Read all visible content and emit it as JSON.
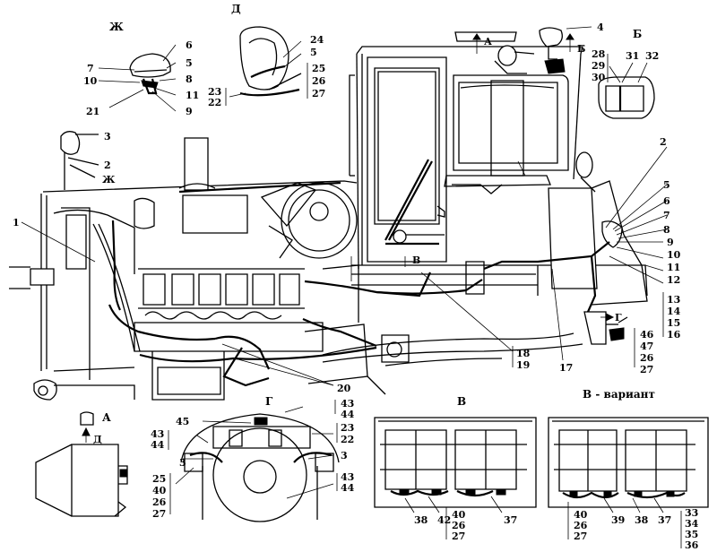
{
  "view_labels": {
    "zh": "Ж",
    "d": "Д",
    "a": "А",
    "b": "Б",
    "g": "Г",
    "v": "В",
    "v_variant": "В - вариант",
    "a_arrow": "А",
    "b_arrow": "Б",
    "v_mark": "В",
    "g_mark": "Г",
    "zh_mark": "Ж",
    "d_mark": "Д"
  },
  "callouts": {
    "zh": [
      "6",
      "7",
      "5",
      "8",
      "10",
      "11",
      "21",
      "9"
    ],
    "d": [
      "24",
      "5",
      "25",
      "26",
      "27",
      "23",
      "22"
    ],
    "b": [
      "28",
      "29",
      "30",
      "31",
      "32"
    ],
    "top": [
      "4"
    ],
    "lamp_left": [
      "3",
      "2"
    ],
    "main_right": [
      "2",
      "5",
      "6",
      "7",
      "8",
      "9",
      "10",
      "11",
      "12",
      "13",
      "14",
      "15",
      "16"
    ],
    "main_left": [
      "1"
    ],
    "main_bottom": [
      "18",
      "19",
      "17",
      "20"
    ],
    "main_rear": [
      "46",
      "47",
      "26",
      "27"
    ],
    "g": [
      "43",
      "44",
      "45",
      "43",
      "44",
      "23",
      "22",
      "3",
      "3",
      "25",
      "40",
      "26",
      "27",
      "43",
      "44"
    ],
    "v": [
      "38",
      "42",
      "40",
      "26",
      "27",
      "37"
    ],
    "v_variant": [
      "40",
      "26",
      "27",
      "39",
      "38",
      "37",
      "33",
      "34",
      "35",
      "36"
    ]
  }
}
